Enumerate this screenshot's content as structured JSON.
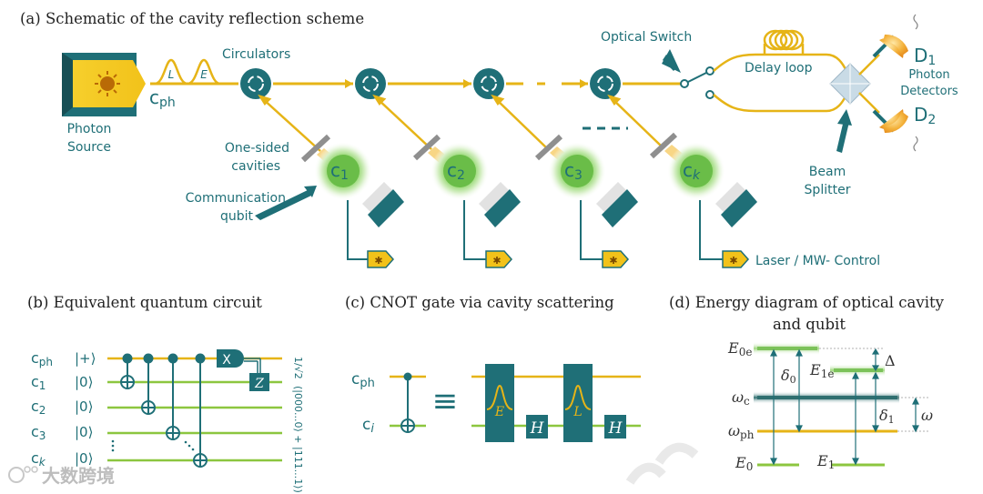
{
  "panel_a": {
    "title": "(a) Schematic of the cavity reflection scheme",
    "photon_source": [
      "Photon",
      "Source"
    ],
    "cph": "c",
    "cph_sub": "ph",
    "pulse_L": "L",
    "pulse_E": "E",
    "circulators": "Circulators",
    "one_sided": [
      "One-sided",
      "cavities"
    ],
    "comm_qubit": [
      "Communication",
      "qubit"
    ],
    "cavities": [
      {
        "main": "c",
        "sub": "1"
      },
      {
        "main": "c",
        "sub": "2"
      },
      {
        "main": "c",
        "sub": "3"
      },
      {
        "main": "c",
        "sub": "k"
      }
    ],
    "optical_switch": "Optical  Switch",
    "delay_loop": "Delay loop",
    "beam_splitter": [
      "Beam",
      "Splitter"
    ],
    "detectors": [
      {
        "main": "D",
        "sub": "1"
      },
      {
        "main": "D",
        "sub": "2"
      }
    ],
    "photon_detectors": [
      "Photon",
      "Detectors"
    ],
    "laser_control": "Laser / MW- Control"
  },
  "panel_b": {
    "title": "(b) Equivalent quantum circuit",
    "rows": [
      {
        "name": "c",
        "sub": "ph",
        "ket": "|+⟩"
      },
      {
        "name": "c",
        "sub": "1",
        "ket": "|0⟩"
      },
      {
        "name": "c",
        "sub": "2",
        "ket": "|0⟩"
      },
      {
        "name": "c",
        "sub": "3",
        "ket": "|0⟩"
      },
      {
        "name": "c",
        "sub": "k",
        "ket": "|0⟩"
      }
    ],
    "x_gate": "X",
    "z_gate": "Z",
    "state_label": "(|000...0⟩ + |111...1⟩)",
    "state_prefix": "1/√2"
  },
  "panel_c": {
    "title": "(c) CNOT gate via cavity scattering",
    "control": {
      "name": "c",
      "sub": "ph"
    },
    "target": {
      "name": "c",
      "sub": "i"
    },
    "equiv": "≡",
    "gates": [
      "E",
      "H",
      "L",
      "H"
    ]
  },
  "panel_d": {
    "title": [
      "(d) Energy diagram of optical cavity",
      "and qubit"
    ],
    "levels": {
      "E0e": {
        "main": "E",
        "sub": "0e"
      },
      "E1e": {
        "main": "E",
        "sub": "1e"
      },
      "wc": {
        "main": "ω",
        "sub": "c"
      },
      "wph": {
        "main": "ω",
        "sub": "ph"
      },
      "E0": {
        "main": "E",
        "sub": "0"
      },
      "E1": {
        "main": "E",
        "sub": "1"
      }
    },
    "delta": "Δ",
    "delta0": {
      "main": "δ",
      "sub": "0"
    },
    "delta1": {
      "main": "δ",
      "sub": "1"
    },
    "omega": "ω"
  },
  "watermark": "大数跨境",
  "colors": {
    "teal": "#1f6f77",
    "gold": "#e6b417",
    "green": "#7cc25a",
    "wire_green": "#8cc63f"
  }
}
